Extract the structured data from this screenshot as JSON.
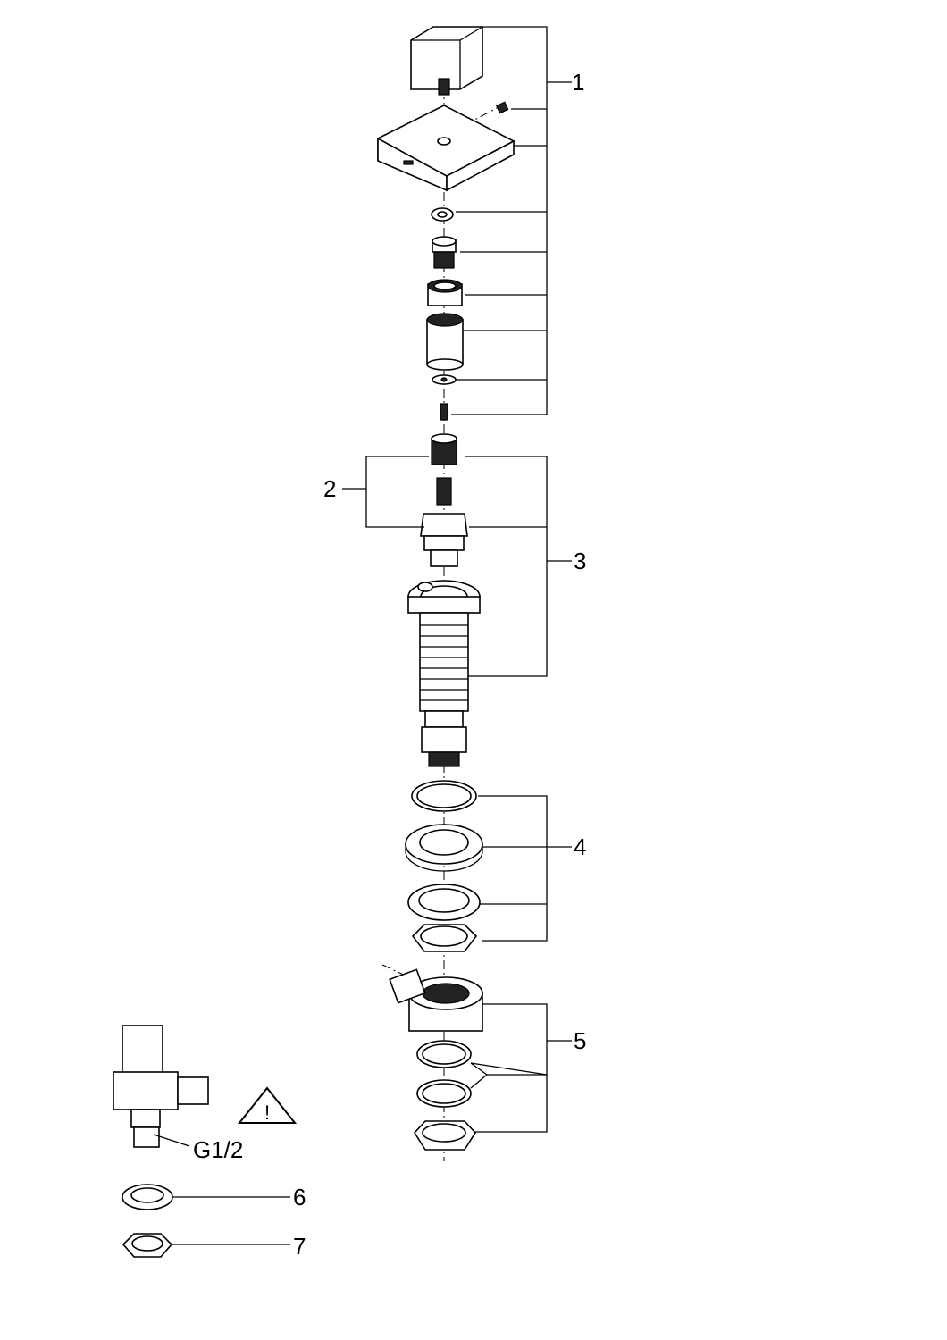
{
  "diagram": {
    "callouts": [
      {
        "id": "1",
        "label": "1"
      },
      {
        "id": "2",
        "label": "2"
      },
      {
        "id": "3",
        "label": "3"
      },
      {
        "id": "4",
        "label": "4"
      },
      {
        "id": "5",
        "label": "5"
      },
      {
        "id": "6",
        "label": "6"
      },
      {
        "id": "7",
        "label": "7"
      }
    ],
    "thread_label": "G1/2",
    "warning_symbol": "!",
    "line_color": "#000000",
    "background": "#ffffff"
  }
}
